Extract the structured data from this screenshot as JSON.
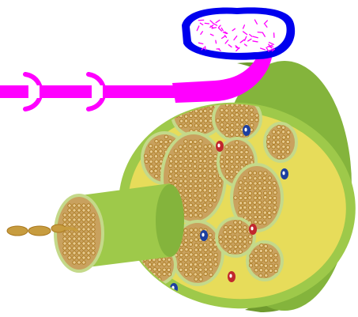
{
  "diagram": {
    "subject": "nerve-cross-section",
    "colors": {
      "background": "#ffffff",
      "epineurium_outer": "#9ec94a",
      "epineurium_side": "#84b43c",
      "epineurium_shadow": "#6f9a2e",
      "cut_face": "#e7dc5a",
      "perineurium": "#c4d98a",
      "fascicle_fill": "#c9a15e",
      "axon_fill": "#e6c98e",
      "axon_ring": "#a9781f",
      "artery": "#c1272d",
      "vein": "#1c3fa0",
      "vessel_highlight": "#ffffff",
      "pink_structure": "#ff00ff",
      "blue_outline": "#0000ee",
      "myelin": "#c79c3f"
    },
    "parts": [
      "epineurium",
      "perineurium",
      "fascicle",
      "axon",
      "blood-vessel",
      "single-fiber",
      "highlight-tube",
      "highlight-blob",
      "arrow-marker"
    ]
  }
}
